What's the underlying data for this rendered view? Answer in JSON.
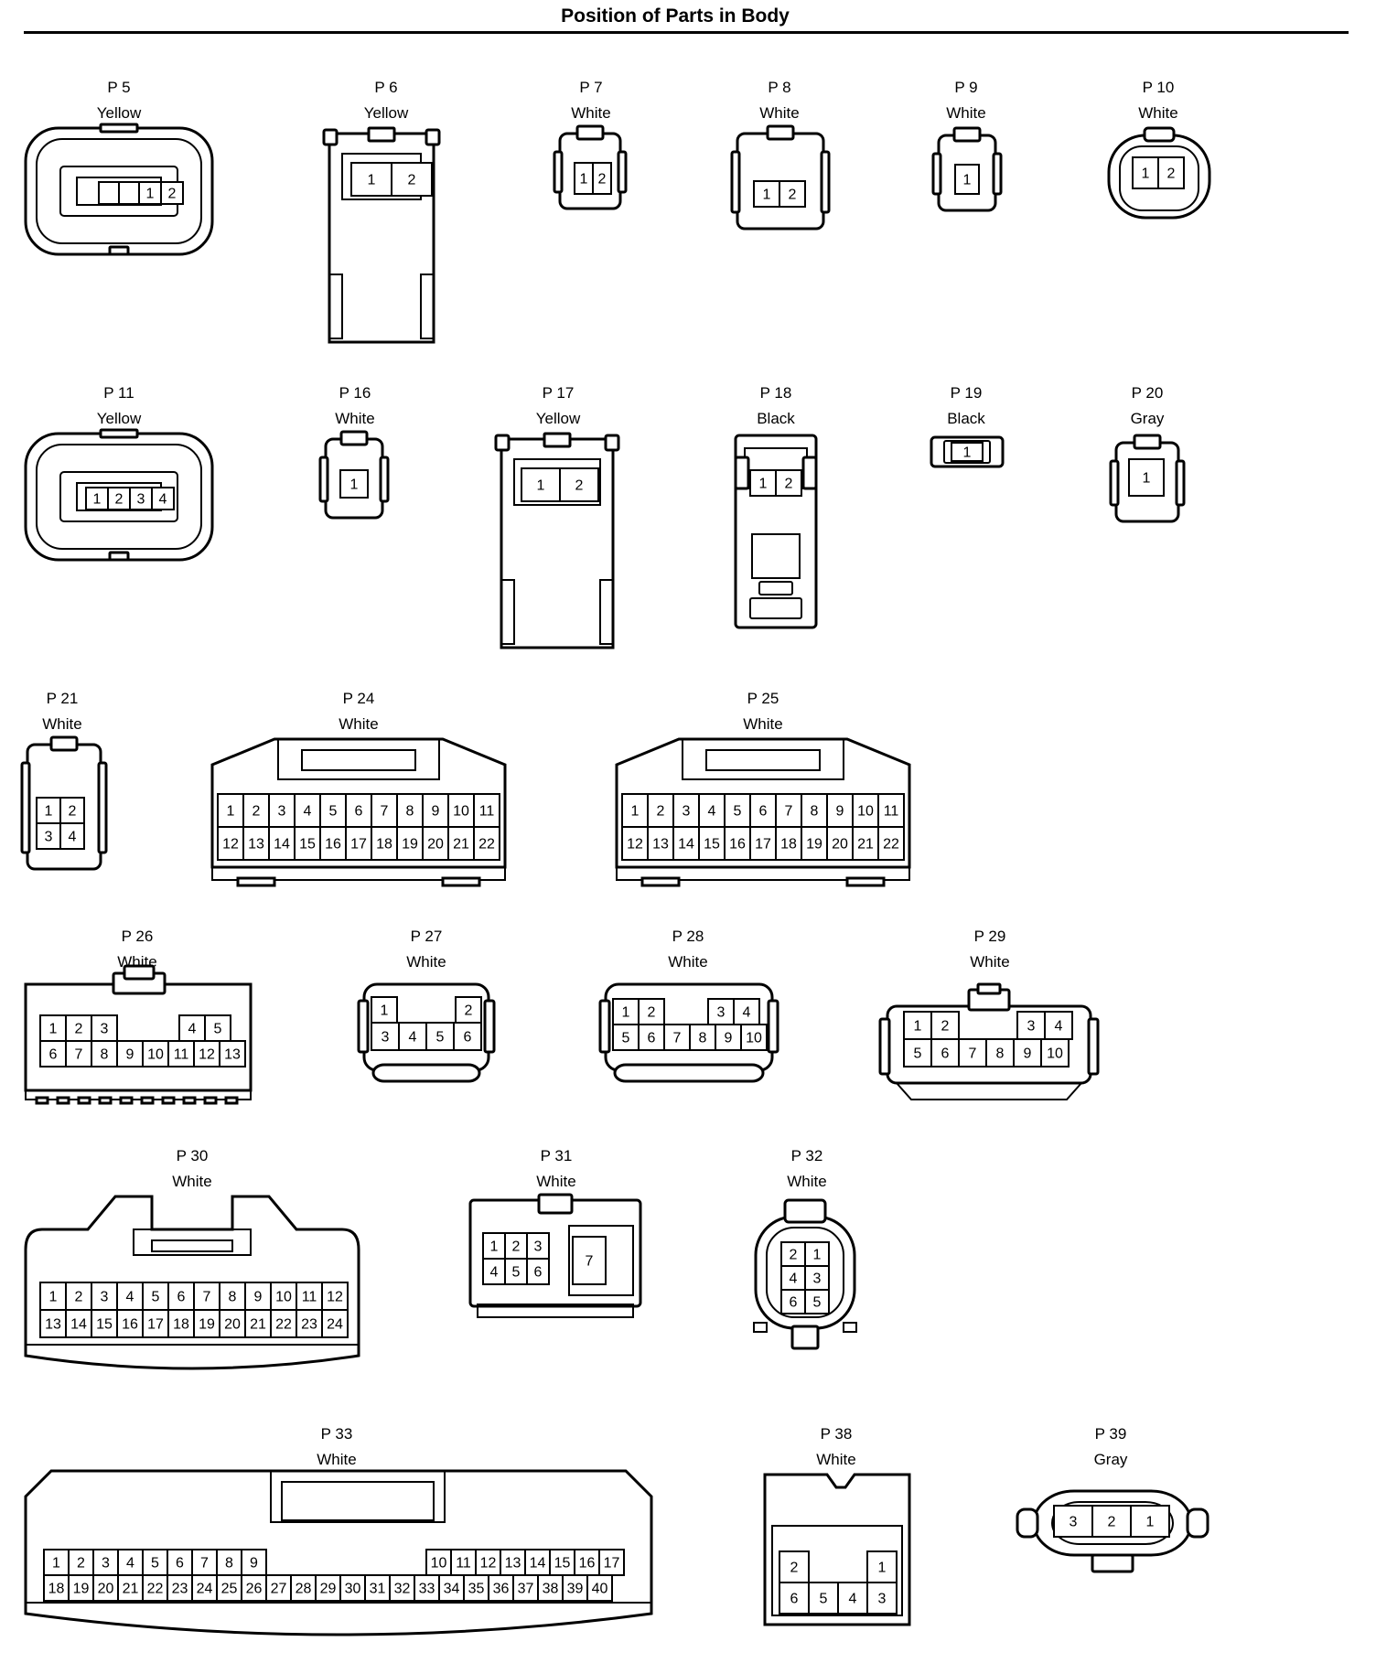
{
  "title": "Position of Parts in Body",
  "connectors": [
    {
      "id": "P 5",
      "color": "Yellow",
      "pins": [
        "1",
        "2"
      ]
    },
    {
      "id": "P 6",
      "color": "Yellow",
      "pins": [
        "1",
        "2"
      ]
    },
    {
      "id": "P 7",
      "color": "White",
      "pins": [
        "1",
        "2"
      ]
    },
    {
      "id": "P 8",
      "color": "White",
      "pins": [
        "1",
        "2"
      ]
    },
    {
      "id": "P 9",
      "color": "White",
      "pins": [
        "1"
      ]
    },
    {
      "id": "P 10",
      "color": "White",
      "pins": [
        "1",
        "2"
      ]
    },
    {
      "id": "P 11",
      "color": "Yellow",
      "pins": [
        "1",
        "2",
        "3",
        "4"
      ]
    },
    {
      "id": "P 16",
      "color": "White",
      "pins": [
        "1"
      ]
    },
    {
      "id": "P 17",
      "color": "Yellow",
      "pins": [
        "1",
        "2"
      ]
    },
    {
      "id": "P 18",
      "color": "Black",
      "pins": [
        "1",
        "2"
      ]
    },
    {
      "id": "P 19",
      "color": "Black",
      "pins": [
        "1"
      ]
    },
    {
      "id": "P 20",
      "color": "Gray",
      "pins": [
        "1"
      ]
    },
    {
      "id": "P 21",
      "color": "White",
      "pins": [
        "1",
        "2",
        "3",
        "4"
      ]
    },
    {
      "id": "P 24",
      "color": "White",
      "pins": [
        "1",
        "2",
        "3",
        "4",
        "5",
        "6",
        "7",
        "8",
        "9",
        "10",
        "11",
        "12",
        "13",
        "14",
        "15",
        "16",
        "17",
        "18",
        "19",
        "20",
        "21",
        "22"
      ]
    },
    {
      "id": "P 25",
      "color": "White",
      "pins": [
        "1",
        "2",
        "3",
        "4",
        "5",
        "6",
        "7",
        "8",
        "9",
        "10",
        "11",
        "12",
        "13",
        "14",
        "15",
        "16",
        "17",
        "18",
        "19",
        "20",
        "21",
        "22"
      ]
    },
    {
      "id": "P 26",
      "color": "White",
      "pins": [
        "1",
        "2",
        "3",
        "4",
        "5",
        "6",
        "7",
        "8",
        "9",
        "10",
        "11",
        "12",
        "13"
      ]
    },
    {
      "id": "P 27",
      "color": "White",
      "pins": [
        "1",
        "2",
        "3",
        "4",
        "5",
        "6"
      ]
    },
    {
      "id": "P 28",
      "color": "White",
      "pins": [
        "1",
        "2",
        "3",
        "4",
        "5",
        "6",
        "7",
        "8",
        "9",
        "10"
      ]
    },
    {
      "id": "P 29",
      "color": "White",
      "pins": [
        "1",
        "2",
        "3",
        "4",
        "5",
        "6",
        "7",
        "8",
        "9",
        "10"
      ]
    },
    {
      "id": "P 30",
      "color": "White",
      "pins": [
        "1",
        "2",
        "3",
        "4",
        "5",
        "6",
        "7",
        "8",
        "9",
        "10",
        "11",
        "12",
        "13",
        "14",
        "15",
        "16",
        "17",
        "18",
        "19",
        "20",
        "21",
        "22",
        "23",
        "24"
      ]
    },
    {
      "id": "P 31",
      "color": "White",
      "pins": [
        "1",
        "2",
        "3",
        "4",
        "5",
        "6",
        "7"
      ]
    },
    {
      "id": "P 32",
      "color": "White",
      "pins": [
        "1",
        "2",
        "3",
        "4",
        "5",
        "6"
      ]
    },
    {
      "id": "P 33",
      "color": "White",
      "pins": [
        "1",
        "2",
        "3",
        "4",
        "5",
        "6",
        "7",
        "8",
        "9",
        "10",
        "11",
        "12",
        "13",
        "14",
        "15",
        "16",
        "17",
        "18",
        "19",
        "20",
        "21",
        "22",
        "23",
        "24",
        "25",
        "26",
        "27",
        "28",
        "29",
        "30",
        "31",
        "32",
        "33",
        "34",
        "35",
        "36",
        "37",
        "38",
        "39",
        "40"
      ]
    },
    {
      "id": "P 38",
      "color": "White",
      "pins": [
        "1",
        "2",
        "3",
        "4",
        "5",
        "6"
      ]
    },
    {
      "id": "P 39",
      "color": "Gray",
      "pins": [
        "1",
        "2",
        "3"
      ]
    }
  ]
}
